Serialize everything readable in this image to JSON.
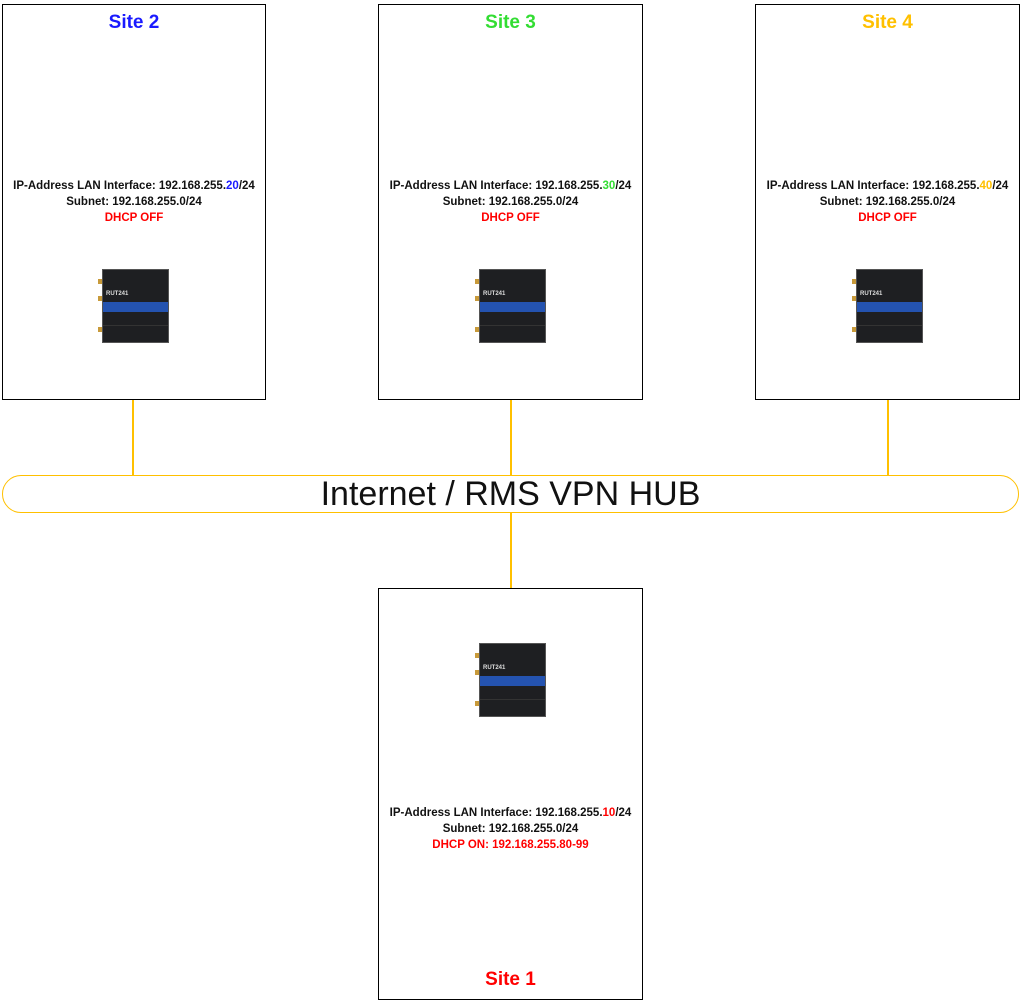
{
  "colors": {
    "site1": "#ff0000",
    "site2": "#1a1aff",
    "site3": "#33dd33",
    "site4": "#ffc000",
    "wire": "#ffc000"
  },
  "hub": {
    "label": "Internet / RMS VPN HUB"
  },
  "router_model": "RUT241",
  "sites": {
    "site2": {
      "title": "Site 2",
      "ip_prefix": "IP-Address LAN Interface: 192.168.255.",
      "ip_host": "20",
      "ip_suffix": "/24",
      "subnet": "Subnet: 192.168.255.0/24",
      "dhcp": "DHCP OFF"
    },
    "site3": {
      "title": "Site 3",
      "ip_prefix": "IP-Address LAN Interface: 192.168.255.",
      "ip_host": "30",
      "ip_suffix": "/24",
      "subnet": "Subnet: 192.168.255.0/24",
      "dhcp": "DHCP OFF"
    },
    "site4": {
      "title": "Site 4",
      "ip_prefix": "IP-Address LAN Interface: 192.168.255.",
      "ip_host": "40",
      "ip_suffix": "/24",
      "subnet": "Subnet: 192.168.255.0/24",
      "dhcp": "DHCP OFF"
    },
    "site1": {
      "title": "Site 1",
      "ip_prefix": "IP-Address LAN Interface: 192.168.255.",
      "ip_host": "10",
      "ip_suffix": "/24",
      "subnet": "Subnet: 192.168.255.0/24",
      "dhcp": "DHCP ON: 192.168.255.80-99"
    }
  }
}
